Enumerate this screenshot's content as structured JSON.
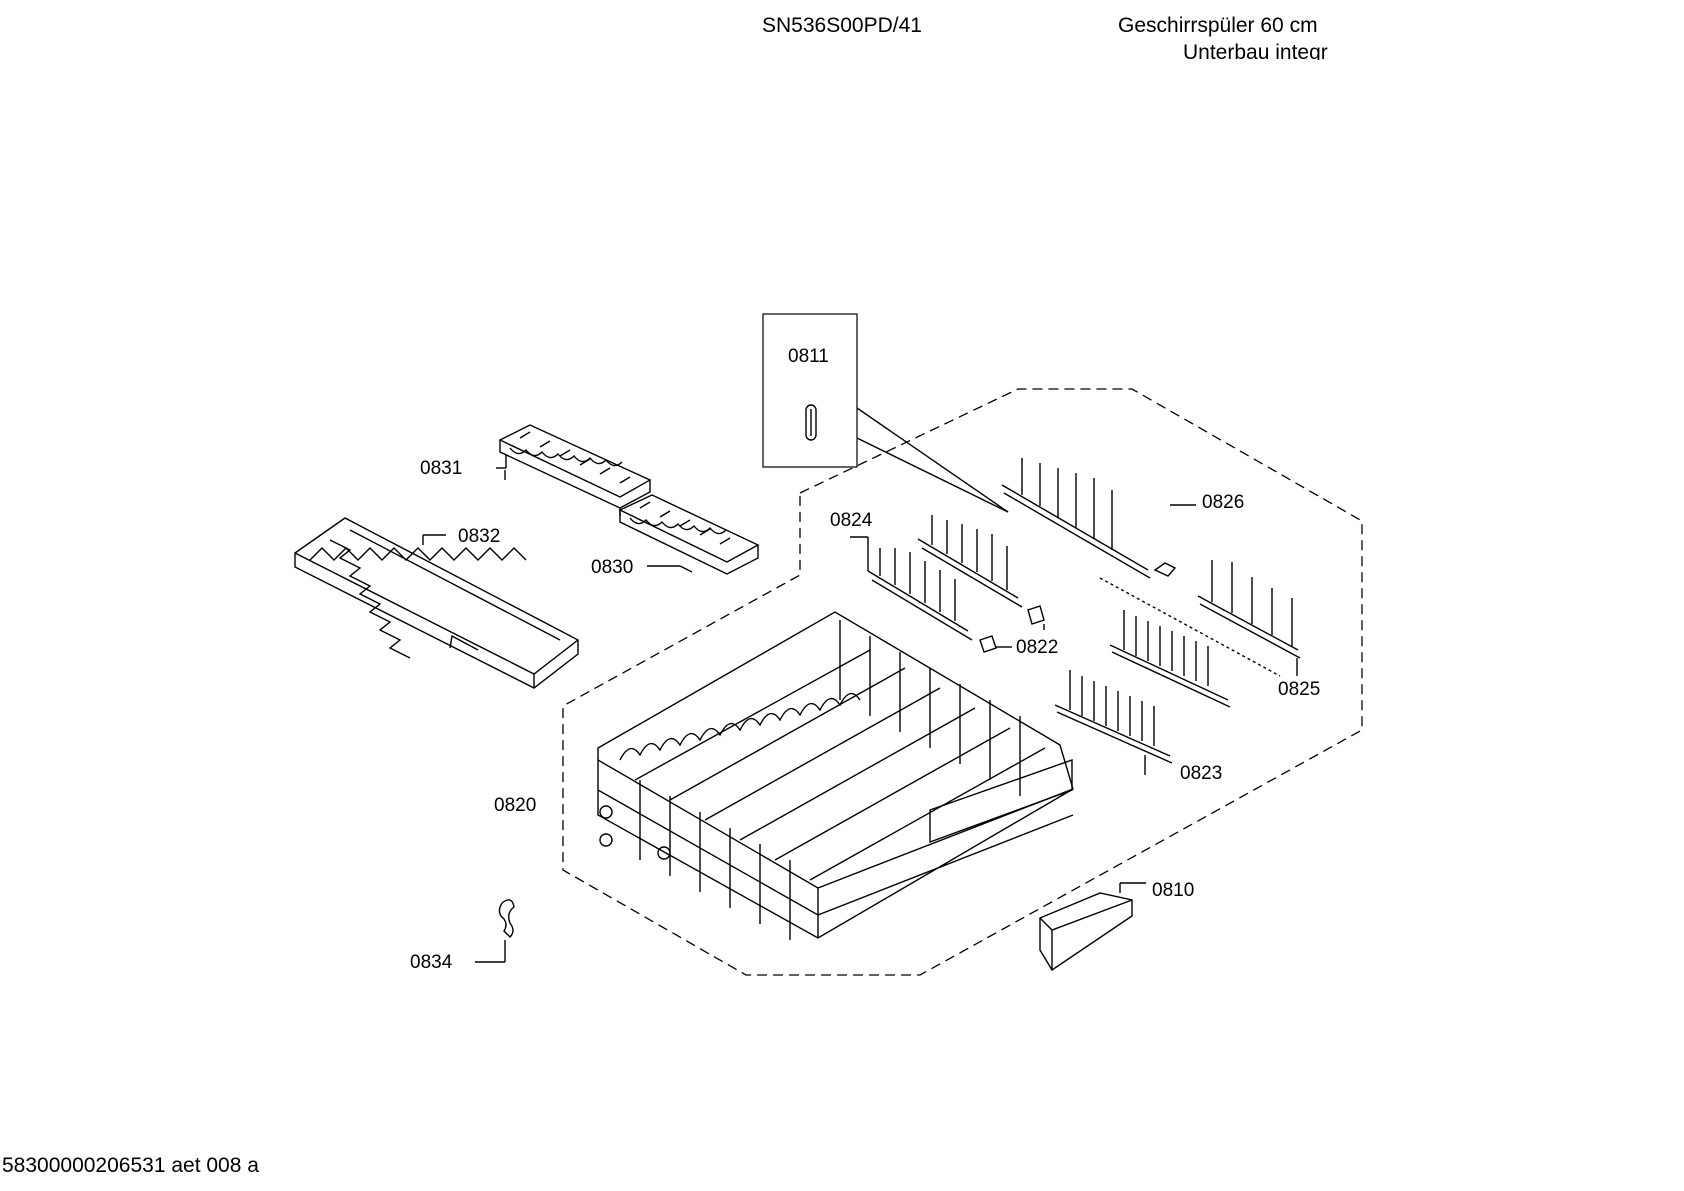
{
  "header": {
    "model": "SN536S00PD/41",
    "description_line1": "Geschirrspüler 60 cm",
    "description_line2": "Unterbau integr"
  },
  "footer": {
    "document_id": "58300000206531 aet 008 a"
  },
  "parts": [
    {
      "id": "0811"
    },
    {
      "id": "0831"
    },
    {
      "id": "0832"
    },
    {
      "id": "0830"
    },
    {
      "id": "0824"
    },
    {
      "id": "0826"
    },
    {
      "id": "0822"
    },
    {
      "id": "0825"
    },
    {
      "id": "0823"
    },
    {
      "id": "0820"
    },
    {
      "id": "0810"
    },
    {
      "id": "0834"
    }
  ]
}
